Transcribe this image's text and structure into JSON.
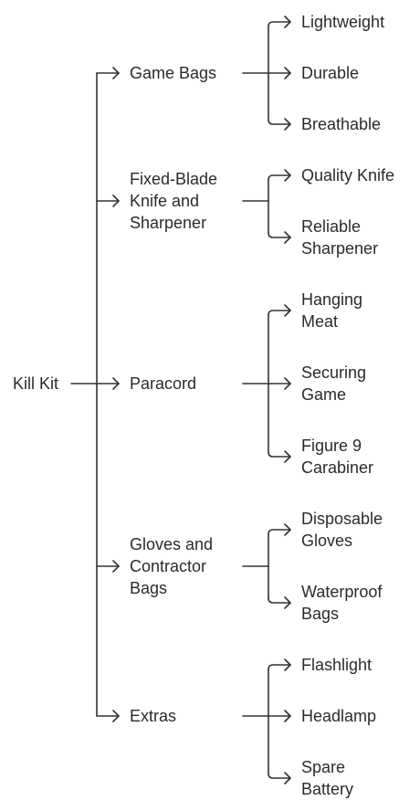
{
  "root": "Kill Kit",
  "categories": [
    {
      "label": "Game Bags",
      "items": [
        "Lightweight",
        "Durable",
        "Breathable"
      ]
    },
    {
      "label": "Fixed-Blade\nKnife and\nSharpener",
      "items": [
        "Quality Knife",
        "Reliable\nSharpener"
      ]
    },
    {
      "label": "Paracord",
      "items": [
        "Hanging\nMeat",
        "Securing\nGame",
        "Figure 9\nCarabiner"
      ]
    },
    {
      "label": "Gloves and\nContractor\nBags",
      "items": [
        "Disposable\nGloves",
        "Waterproof\nBags"
      ]
    },
    {
      "label": "Extras",
      "items": [
        "Flashlight",
        "Headlamp",
        "Spare\nBattery"
      ]
    }
  ]
}
